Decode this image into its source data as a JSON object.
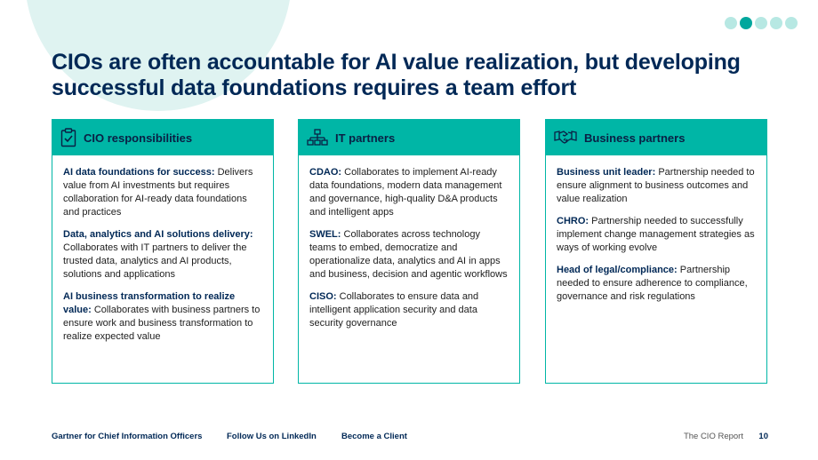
{
  "slide": {
    "title": "CIOs are often accountable for AI value realization, but developing successful data foundations requires a team effort",
    "pagination": {
      "total": 5,
      "active": 2
    }
  },
  "cards": [
    {
      "header": "CIO responsibilities",
      "icon": "clipboard-check-icon",
      "items": [
        {
          "lead": "AI data foundations for success:",
          "text": " Delivers value from AI investments but requires collaboration for AI-ready data foundations and practices"
        },
        {
          "lead": "Data, analytics and AI solutions delivery:",
          "text": " Collaborates with IT partners to deliver the trusted data, analytics and AI products, solutions and applications"
        },
        {
          "lead": "AI business transformation to realize value:",
          "text": " Collaborates with business partners to ensure work and business transformation to realize expected value"
        }
      ]
    },
    {
      "header": "IT partners",
      "icon": "org-chart-icon",
      "items": [
        {
          "lead": "CDAO:",
          "text": " Collaborates to implement AI-ready data foundations, modern data management and governance, high-quality D&A products and intelligent apps"
        },
        {
          "lead": "SWEL:",
          "text": " Collaborates across technology teams to embed, democratize and operationalize data, analytics and AI in apps and business, decision and agentic workflows"
        },
        {
          "lead": "CISO:",
          "text": " Collaborates to ensure data and intelligent application security and data security governance"
        }
      ]
    },
    {
      "header": "Business partners",
      "icon": "handshake-icon",
      "items": [
        {
          "lead": "Business unit leader:",
          "text": " Partnership needed to ensure alignment to business outcomes and value realization"
        },
        {
          "lead": "CHRO:",
          "text": " Partnership needed to successfully implement change management strategies as ways of working evolve"
        },
        {
          "lead": "Head of legal/compliance:",
          "text": " Partnership needed to ensure adherence to compliance, governance and risk regulations"
        }
      ]
    }
  ],
  "footer": {
    "links": [
      "Gartner for Chief Information Officers",
      "Follow Us on LinkedIn",
      "Become a Client"
    ],
    "report": "The CIO Report",
    "page": "10"
  },
  "colors": {
    "accent": "#00b6a6",
    "navy": "#002856",
    "dot_inactive": "#b7e8e3",
    "dot_active": "#00a79d"
  }
}
